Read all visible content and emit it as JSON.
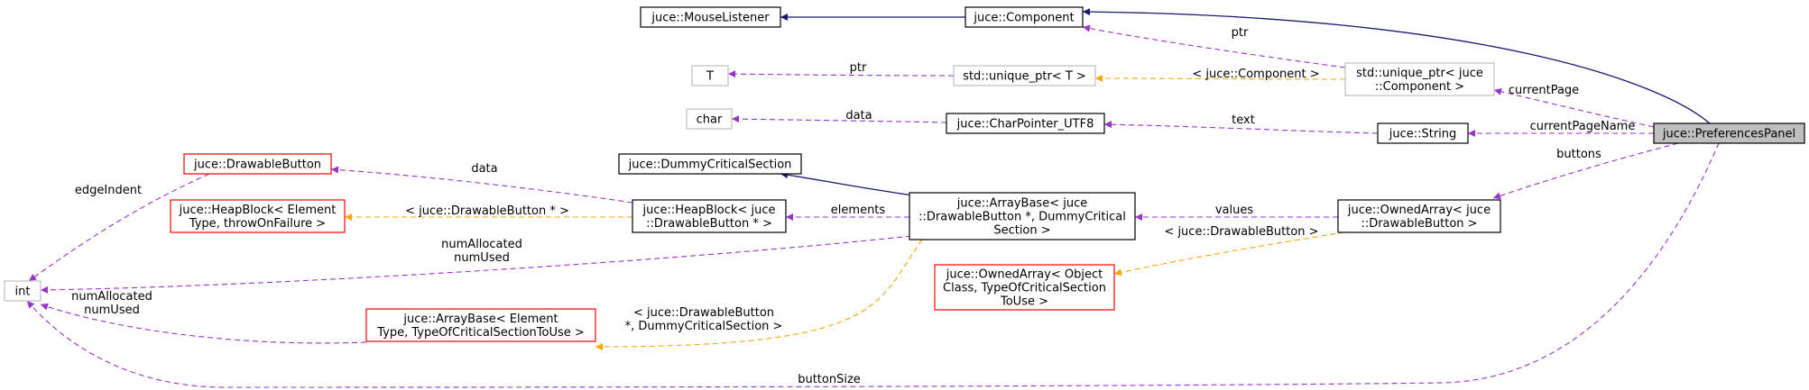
{
  "diagram": {
    "nodes": {
      "preferences_panel": {
        "lines": [
          "juce::PreferencesPanel"
        ],
        "kind": "focus"
      },
      "mouse_listener": {
        "lines": [
          "juce::MouseListener"
        ],
        "kind": "normal"
      },
      "component": {
        "lines": [
          "juce::Component"
        ],
        "kind": "normal"
      },
      "unique_ptr_t": {
        "lines": [
          "std::unique_ptr< T >"
        ],
        "kind": "template"
      },
      "t": {
        "lines": [
          "T"
        ],
        "kind": "template"
      },
      "unique_ptr_component": {
        "lines": [
          "std::unique_ptr< juce",
          "::Component >"
        ],
        "kind": "template"
      },
      "char": {
        "lines": [
          "char"
        ],
        "kind": "template"
      },
      "char_pointer_utf8": {
        "lines": [
          "juce::CharPointer_UTF8"
        ],
        "kind": "normal"
      },
      "string": {
        "lines": [
          "juce::String"
        ],
        "kind": "normal"
      },
      "drawable_button": {
        "lines": [
          "juce::DrawableButton"
        ],
        "kind": "incomplete"
      },
      "heapblock_generic": {
        "lines": [
          "juce::HeapBlock< Element",
          "Type, throwOnFailure >"
        ],
        "kind": "incomplete"
      },
      "dummy_critical_section": {
        "lines": [
          "juce::DummyCriticalSection"
        ],
        "kind": "normal"
      },
      "heapblock_drawable": {
        "lines": [
          "juce::HeapBlock< juce",
          "::DrawableButton * >"
        ],
        "kind": "normal"
      },
      "arraybase_drawable": {
        "lines": [
          "juce::ArrayBase< juce",
          "::DrawableButton *, DummyCritical",
          "Section >"
        ],
        "kind": "normal"
      },
      "ownedarray_drawable": {
        "lines": [
          "juce::OwnedArray< juce",
          "::DrawableButton >"
        ],
        "kind": "normal"
      },
      "int": {
        "lines": [
          "int"
        ],
        "kind": "template"
      },
      "ownedarray_generic": {
        "lines": [
          "juce::OwnedArray< Object",
          "Class, TypeOfCriticalSection",
          "ToUse >"
        ],
        "kind": "incomplete"
      },
      "arraybase_generic": {
        "lines": [
          "juce::ArrayBase< Element",
          "Type, TypeOfCriticalSectionToUse >"
        ],
        "kind": "incomplete"
      }
    },
    "edges": {
      "component_mouselistener": {
        "lines": []
      },
      "panel_component": {
        "lines": []
      },
      "dummy_arraybase": {
        "lines": []
      },
      "uptrcomp_component": {
        "lines": [
          "ptr"
        ]
      },
      "uptrt_t": {
        "lines": [
          "ptr"
        ]
      },
      "uptrcomp_uptrt": {
        "lines": [
          "< juce::Component >"
        ]
      },
      "panel_uptrcomp": {
        "lines": [
          "currentPage"
        ]
      },
      "utf8_char": {
        "lines": [
          "data"
        ]
      },
      "string_utf8": {
        "lines": [
          "text"
        ]
      },
      "panel_string": {
        "lines": [
          "currentPageName"
        ]
      },
      "panel_ownedarray": {
        "lines": [
          "buttons"
        ]
      },
      "heapdrawable_drawable": {
        "lines": [
          "data"
        ]
      },
      "heapdrawable_heapgeneric": {
        "lines": [
          "< juce::DrawableButton * >"
        ]
      },
      "arraybase_heapdrawable": {
        "lines": [
          "elements"
        ]
      },
      "ownedarray_arraybase": {
        "lines": [
          "values"
        ]
      },
      "ownedarray_ownedgeneric": {
        "lines": [
          "< juce::DrawableButton >"
        ]
      },
      "drawable_int": {
        "lines": [
          "edgeIndent"
        ]
      },
      "arraybase_int": {
        "lines": [
          "numAllocated",
          "numUsed"
        ]
      },
      "arraygeneric_int": {
        "lines": [
          "numAllocated",
          "numUsed"
        ]
      },
      "arraybase_arraygeneric": {
        "lines": [
          "< juce::DrawableButton",
          "*, DummyCriticalSection >"
        ]
      },
      "panel_int": {
        "lines": [
          "buttonSize"
        ]
      }
    },
    "colors": {
      "inheritance": "#191970",
      "usage": "#9a32cd",
      "template_instance": "#ffa500",
      "focus_fill": "#bfbfbf",
      "normal_border": "#000000",
      "template_border": "#bfbfbf",
      "incomplete_border": "#ff0000"
    }
  }
}
